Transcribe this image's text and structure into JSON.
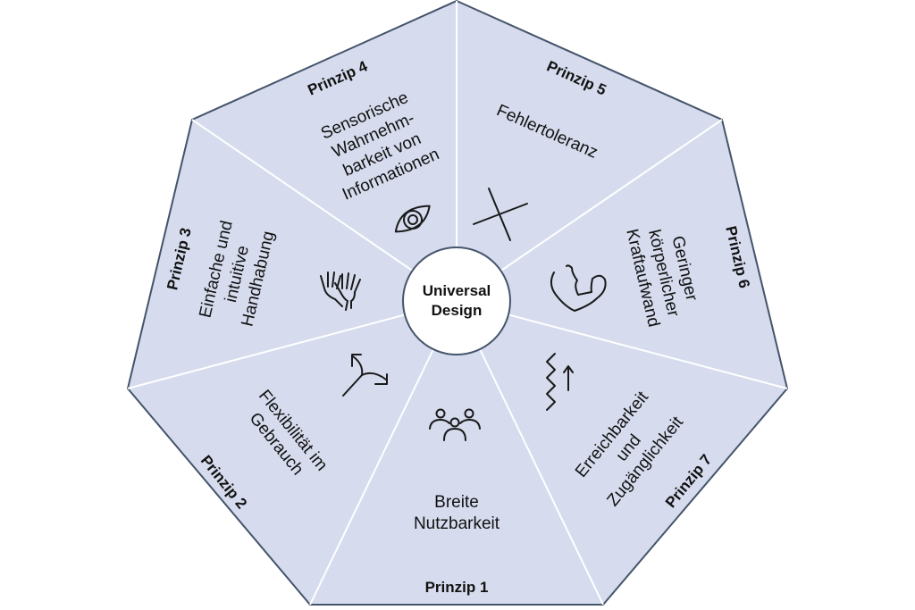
{
  "diagram": {
    "center": {
      "label_line1": "Universal",
      "label_line2": "Design"
    },
    "colors": {
      "fill": "#d6dcee",
      "border": "#44546a",
      "divider": "#ffffff",
      "text": "#111111",
      "icon": "#1a1a1a"
    },
    "principles": [
      {
        "title": "Prinzip 1",
        "lines": [
          "Breite",
          "Nutzbarkeit"
        ],
        "icon": "people-group-icon"
      },
      {
        "title": "Prinzip 2",
        "lines": [
          "Flexibilität im",
          "Gebrauch"
        ],
        "icon": "split-arrows-icon"
      },
      {
        "title": "Prinzip 3",
        "lines": [
          "Einfache und",
          "intuitive",
          "Handhabung"
        ],
        "icon": "hands-icon"
      },
      {
        "title": "Prinzip 4",
        "lines": [
          "Sensorische",
          "Wahrnehm-",
          "barkeit von",
          "Informationen"
        ],
        "icon": "eye-icon"
      },
      {
        "title": "Prinzip 5",
        "lines": [
          "Fehlertoleranz"
        ],
        "icon": "cross-icon"
      },
      {
        "title": "Prinzip 6",
        "lines": [
          "Geringer",
          "körperlicher",
          "Kraftaufwand"
        ],
        "icon": "flexed-arm-icon"
      },
      {
        "title": "Prinzip 7",
        "lines": [
          "Erreichbarkeit",
          "und",
          "Zugänglichkeit"
        ],
        "icon": "zigzag-up-arrow-icon"
      }
    ]
  }
}
